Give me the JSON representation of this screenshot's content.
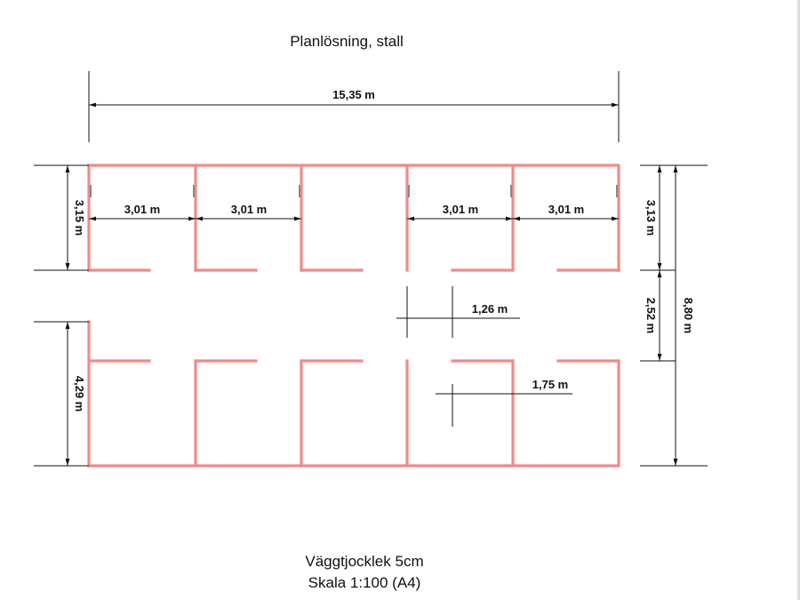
{
  "title": "Planlösning, stall",
  "dimensions": {
    "total_width": "15,35 m",
    "total_depth": "8,80 m",
    "upper_depth": "3,15 m",
    "lower_depth": "4,29 m",
    "upper_depth_right": "3,13 m",
    "aisle_width": "2,52 m",
    "box_width_1": "3,01 m",
    "box_width_2": "3,01 m",
    "box_width_3": "3,01 m",
    "box_width_4": "3,01 m",
    "opening_1": "1,26 m",
    "opening_2": "1,75 m"
  },
  "notes": {
    "wall_thickness": "Väggtjocklek 5cm",
    "scale": "Skala 1:100 (A4)"
  },
  "colors": {
    "wall": "#f08a8a",
    "dimension": "#111111"
  }
}
